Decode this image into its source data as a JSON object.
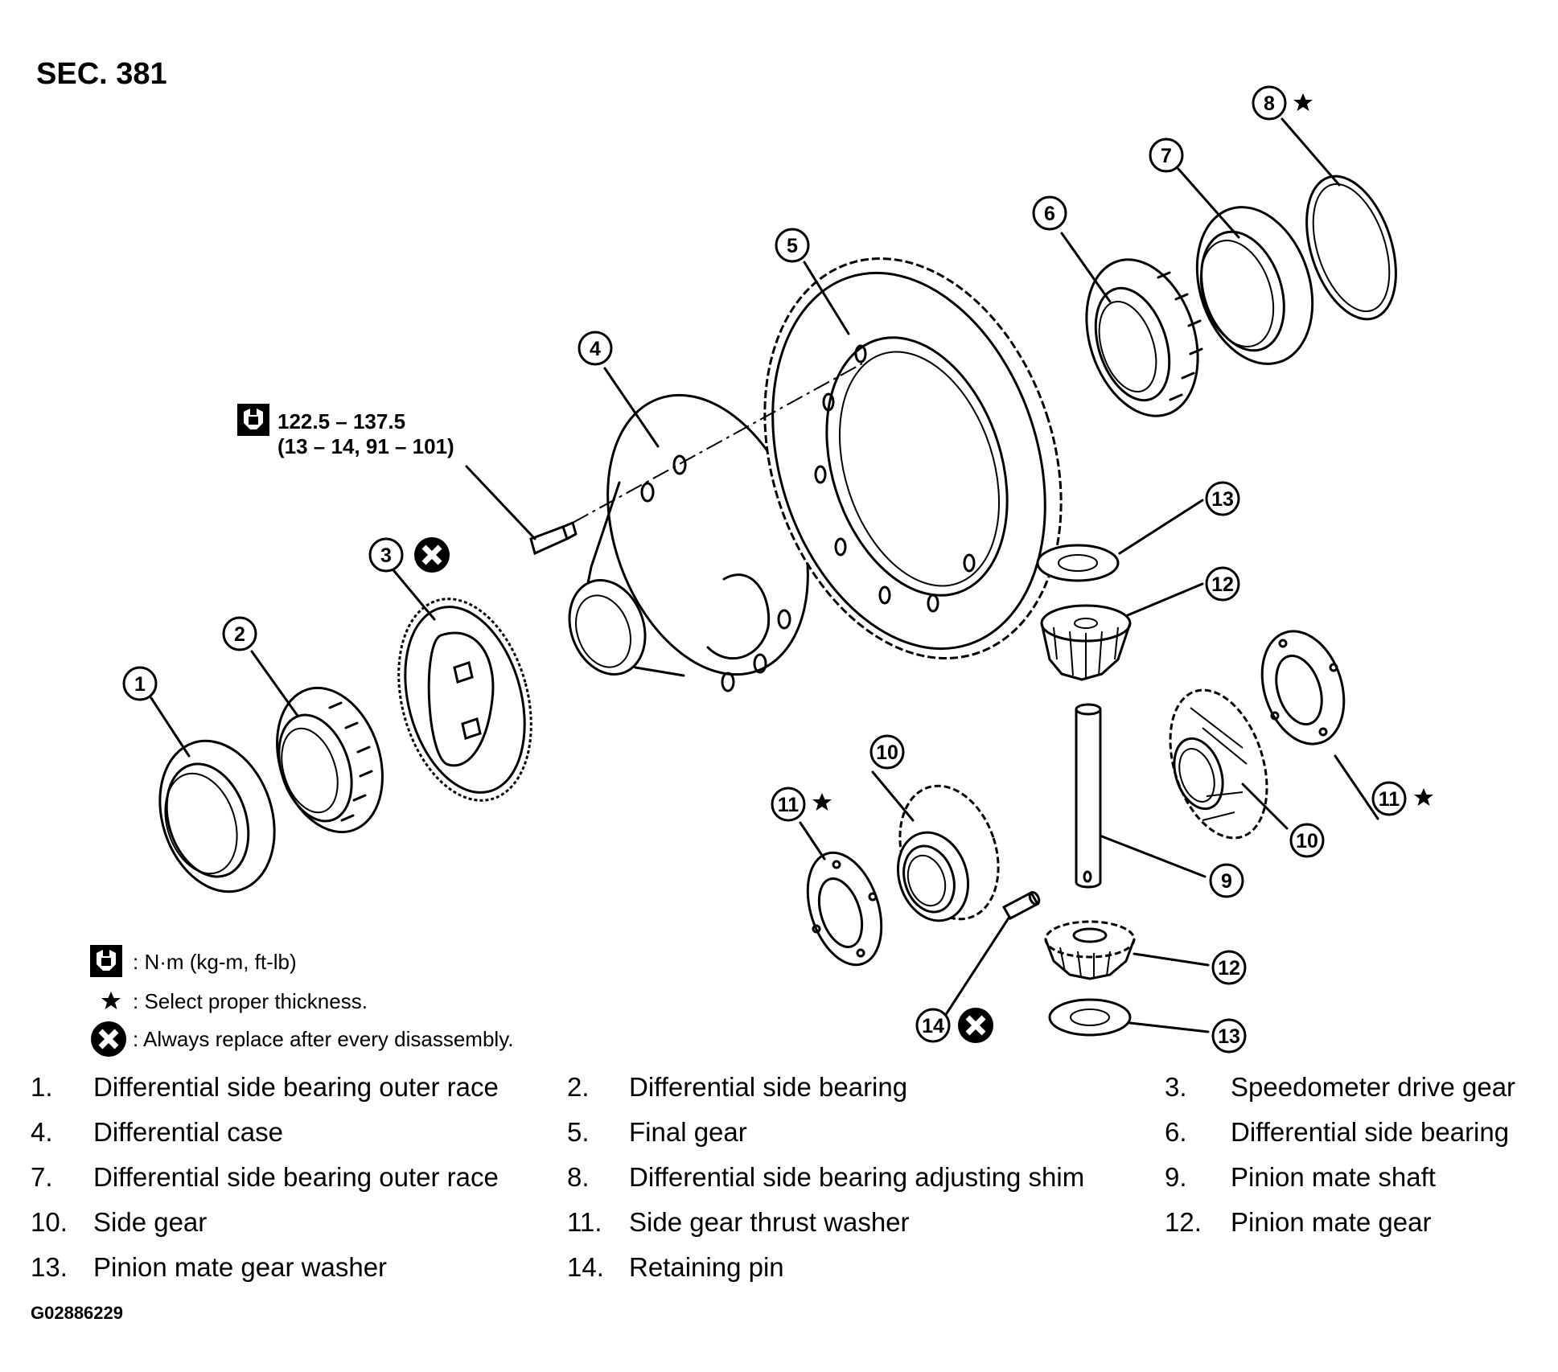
{
  "section_title": "SEC. 381",
  "torque_spec": {
    "line1": "122.5 – 137.5",
    "line2": "(13 – 14, 91 – 101)",
    "icon": "torque-wrench-icon"
  },
  "callouts": {
    "c1": "1",
    "c2": "2",
    "c3": "3",
    "c4": "4",
    "c5": "5",
    "c6": "6",
    "c7": "7",
    "c8": "8",
    "c9": "9",
    "c10a": "10",
    "c10b": "10",
    "c11a": "11",
    "c11b": "11",
    "c12a": "12",
    "c12b": "12",
    "c13a": "13",
    "c13b": "13",
    "c14": "14"
  },
  "legend": {
    "torque_unit": ": N·m (kg-m, ft-lb)",
    "select_thickness": ": Select proper thickness.",
    "always_replace": ": Always replace after every disassembly."
  },
  "parts": [
    {
      "num": "1.",
      "name": "Differential side bearing outer race"
    },
    {
      "num": "2.",
      "name": "Differential side bearing"
    },
    {
      "num": "3.",
      "name": "Speedometer drive gear"
    },
    {
      "num": "4.",
      "name": "Differential case"
    },
    {
      "num": "5.",
      "name": "Final gear"
    },
    {
      "num": "6.",
      "name": "Differential side bearing"
    },
    {
      "num": "7.",
      "name": "Differential side bearing outer race"
    },
    {
      "num": "8.",
      "name": "Differential side bearing adjusting shim"
    },
    {
      "num": "9.",
      "name": "Pinion mate shaft"
    },
    {
      "num": "10.",
      "name": "Side gear"
    },
    {
      "num": "11.",
      "name": "Side gear thrust washer"
    },
    {
      "num": "12.",
      "name": "Pinion mate gear"
    },
    {
      "num": "13.",
      "name": "Pinion mate gear washer"
    },
    {
      "num": "14.",
      "name": "Retaining pin"
    }
  ],
  "figure_id": "G02886229"
}
